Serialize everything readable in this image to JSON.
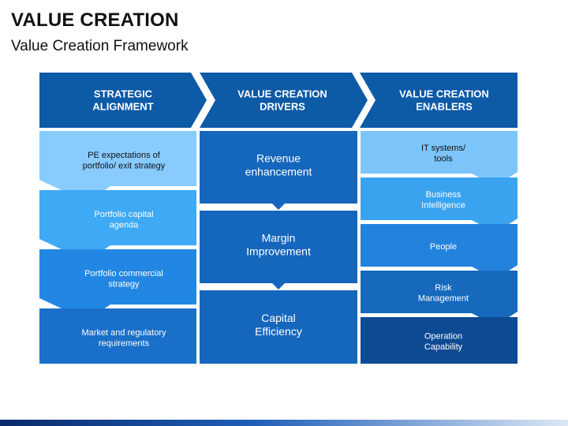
{
  "header": {
    "title": "VALUE CREATION",
    "subtitle": "Value Creation Framework"
  },
  "columns": [
    {
      "header_lines": [
        "STRATEGIC",
        "ALIGNMENT"
      ]
    },
    {
      "header_lines": [
        "VALUE CREATION",
        "DRIVERS"
      ]
    },
    {
      "header_lines": [
        "VALUE CREATION",
        "ENABLERS"
      ]
    }
  ],
  "alignment_items": [
    {
      "lines": [
        "PE expectations of",
        "portfolio/ exit strategy"
      ]
    },
    {
      "lines": [
        "Portfolio capital",
        "agenda"
      ]
    },
    {
      "lines": [
        "Portfolio commercial",
        "strategy"
      ]
    },
    {
      "lines": [
        "Market and regulatory",
        "requirements"
      ]
    }
  ],
  "driver_items": [
    {
      "lines": [
        "Revenue",
        "enhancement"
      ]
    },
    {
      "lines": [
        "Margin",
        "Improvement"
      ]
    },
    {
      "lines": [
        "Capital",
        "Efficiency"
      ]
    }
  ],
  "enabler_items": [
    {
      "lines": [
        "IT systems/",
        "tools"
      ]
    },
    {
      "lines": [
        "Business",
        "Intelligence"
      ]
    },
    {
      "lines": [
        "People"
      ]
    },
    {
      "lines": [
        "Risk",
        "Management"
      ]
    },
    {
      "lines": [
        "Operation",
        "Capability"
      ]
    }
  ],
  "colors": {
    "header": "#0d5aa7",
    "alignment": [
      "#88cbff",
      "#3ea9f5",
      "#2287e3",
      "#1a6fc9"
    ],
    "alignment_text": [
      "#111111",
      "#ffffff",
      "#ffffff",
      "#ffffff"
    ],
    "drivers": "#1566bd",
    "enablers": [
      "#7cc5fb",
      "#3aa3f0",
      "#2282dc",
      "#1669bd",
      "#0c4a94"
    ],
    "enabler_text": [
      "#111111",
      "#ffffff",
      "#ffffff",
      "#ffffff",
      "#ffffff"
    ]
  }
}
